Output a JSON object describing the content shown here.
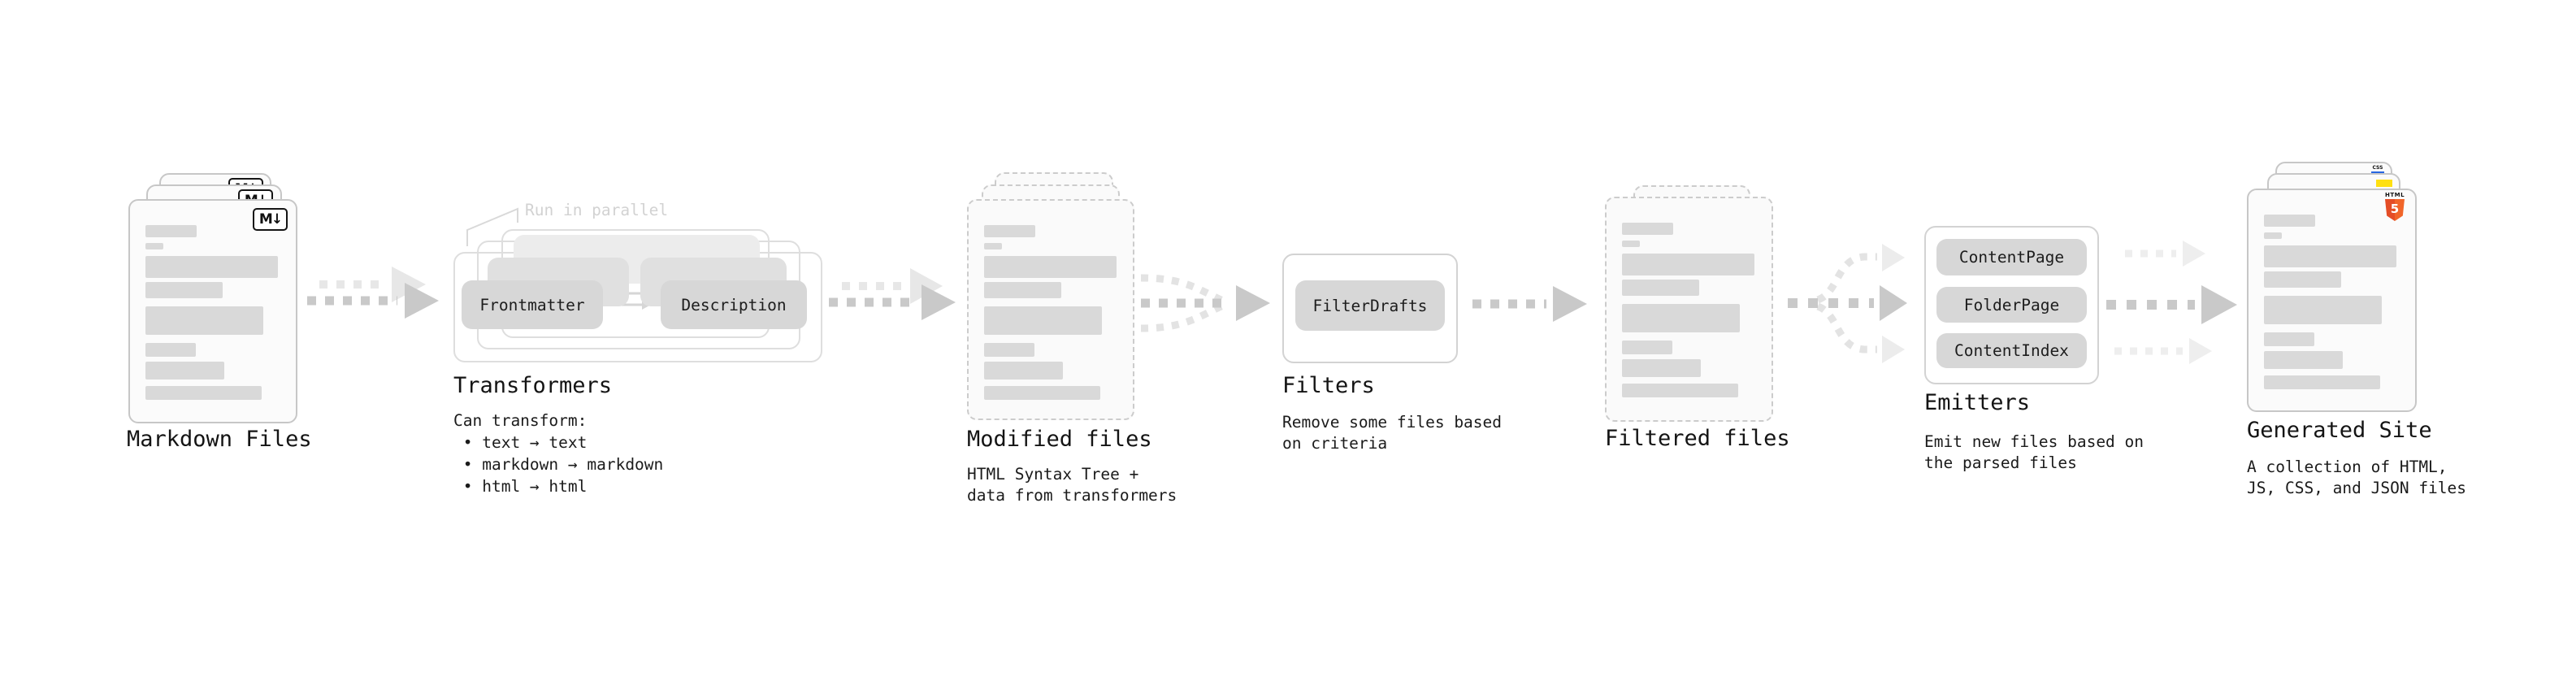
{
  "stages": {
    "markdown": {
      "title": "Markdown Files"
    },
    "transformers": {
      "title": "Transformers",
      "annotation": "Run in parallel",
      "pills": [
        "Frontmatter",
        "Description"
      ],
      "caption": [
        "Can transform:",
        " • text → text",
        " • markdown → markdown",
        " • html → html"
      ]
    },
    "modified": {
      "title": "Modified files",
      "caption": [
        "HTML Syntax Tree +",
        "data from transformers"
      ]
    },
    "filters": {
      "title": "Filters",
      "pills": [
        "FilterDrafts"
      ],
      "caption": [
        "Remove some files based",
        "on criteria"
      ]
    },
    "filtered": {
      "title": "Filtered files"
    },
    "emitters": {
      "title": "Emitters",
      "pills": [
        "ContentPage",
        "FolderPage",
        "ContentIndex"
      ],
      "caption": [
        "Emit new files based on",
        "the parsed files"
      ]
    },
    "generated": {
      "title": "Generated Site",
      "caption": [
        "A collection of HTML,",
        "JS, CSS, and JSON files"
      ]
    }
  },
  "badges": {
    "markdown": "M↓",
    "html5_label": "HTML",
    "html5_digit": "5",
    "css_label": "CSS"
  },
  "colors": {
    "html5_orange": "#e44d26",
    "js_yellow": "#ffe011",
    "css_blue": "#2766e0",
    "skeleton_gray": "#d9d9d9",
    "arrow_dark": "#c9c9c9",
    "arrow_light": "#e7e7e7"
  }
}
